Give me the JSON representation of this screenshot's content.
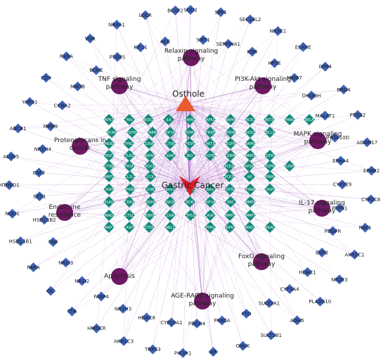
{
  "colors": {
    "edge": "#a85fc0",
    "gene": "#3e63b8",
    "target": "#138a7a",
    "pathway": "#6d1a63",
    "drug": "#e85a30",
    "disease": "#e01b24"
  },
  "center_nodes": [
    {
      "label": "Osthole",
      "shape": "triangle",
      "color_key": "drug"
    },
    {
      "label": "Gastric Cancer",
      "shape": "star",
      "color_key": "disease"
    }
  ],
  "pathways": [
    "Relaxin signaling pathway",
    "PI3K-Akt signaling pathway",
    "MAPK signaling pathway",
    "IL-17 signaling pathway",
    "FoxO signaling pathway",
    "AGE-RAGE signaling pathway",
    "Apoptosis",
    "Endocrine resistance",
    "Proteoglycans in cancer",
    "TNF signaling pathway"
  ],
  "targets": [
    [
      "MAPK10",
      "FAS",
      "PIK3CG",
      "IL6",
      "MAPK1",
      "MAPK14",
      "MAPK8",
      "PIK3CA",
      "AKT3",
      "PPARG",
      "RELA"
    ],
    [
      "VCAN",
      "TGFB2",
      "ERBB4",
      "IGF1R",
      "MDM2",
      "TNFRSF1B",
      "HSP90AA1",
      "NOS3",
      "BCL2"
    ],
    [
      "FADD",
      "PTPN11",
      "S100A9",
      "CTSK",
      "TNFRSF1A",
      "AKT3",
      "EGFR",
      "MAPK8"
    ],
    [
      "TNFRSF10B",
      "TLR2",
      "MAPK9",
      "XIAP",
      "BID",
      "TGFB1",
      "CEBPA",
      "MMP3",
      "FGFR1"
    ],
    [
      "CTSB",
      "TNFRSF1B",
      "PCK3",
      "PCK2",
      "MAP2K1",
      "FGFR",
      "DUSP6"
    ],
    [
      "MMP2",
      "BCL2L11",
      "CCK",
      "PCK3",
      "AR",
      "PPARG"
    ],
    [
      "CASP8",
      "NFKBIA",
      "CCNB1",
      "BAK1",
      "MAPK8",
      "BAX",
      "FGFR2",
      "CTNNA1",
      "CASP7"
    ],
    [
      "PLAU",
      "CDK2",
      "NOX4",
      "GSK3B",
      "KDR",
      "HIF1A",
      "SRC",
      "MMP9"
    ],
    [
      "SMAD2",
      "CTSL",
      "IKBKB",
      "CCNA2",
      "TP53",
      "CASP3",
      "MMP1",
      "MMP7"
    ],
    [
      "PARP1",
      "CASP9",
      "CTSS",
      "ABL1",
      "PIM1",
      "PDPK1",
      "SMAD3",
      "PRKACA"
    ]
  ],
  "genes": [
    "SOD2",
    "SIRT1",
    "SPP1",
    "SERPINA1",
    "SEC14L2",
    "KDR",
    "NR3C1",
    "HPSE",
    "ELANE",
    "MKI67",
    "DPP4",
    "DHODH",
    "BRD4",
    "MALAT1",
    "PTGS2",
    "TNFRSF10D",
    "ADAM17",
    "EPHA4",
    "EPHB2",
    "CYP2E9",
    "CYP2C8",
    "PTPN1",
    "RAF1",
    "PDGFR",
    "AKR1C1",
    "ESR2",
    "NR2E3",
    "HDAC1",
    "PLA2G10",
    "CYP3A4",
    "ADH5",
    "SULT2A1",
    "SULT2B1",
    "FTO",
    "CHUK",
    "PRKCA",
    "AR",
    "PDCD4",
    "PIK3R1",
    "CYP19A1",
    "TRPC3",
    "HDAC8",
    "AKR1C3",
    "NR1H3",
    "HMGCR",
    "FABP4",
    "TTR",
    "NR1I2",
    "GC",
    "NR1I3",
    "RARA",
    "TNF",
    "HSD11B1",
    "HSD11B2",
    "NQO1",
    "CES1",
    "MTHFD1",
    "CSF2",
    "ALOX5",
    "NR1H4",
    "ABCB1",
    "MMP9",
    "YARS1",
    "CCNA2",
    "CD4",
    "MAOB",
    "RXRA",
    "BCHE",
    "VDR",
    "PTGES",
    "NR4A1",
    "KIF11",
    "LDLR",
    "ACE",
    "BCAT2"
  ]
}
